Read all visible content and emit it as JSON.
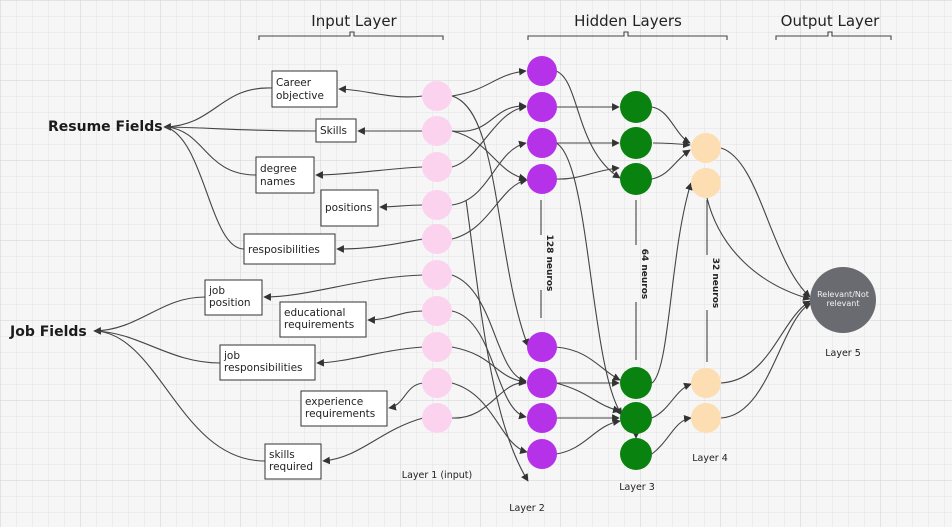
{
  "headers": {
    "input": "Input Layer",
    "hidden": "Hidden Layers",
    "output": "Output Layer"
  },
  "groups": {
    "resume": "Resume Fields",
    "job": "Job Fields"
  },
  "fields": {
    "career_objective": [
      "Career",
      "objective"
    ],
    "skills": [
      "Skills"
    ],
    "degree_names": [
      "degree",
      "names"
    ],
    "positions": [
      "positions"
    ],
    "resposibilities": [
      "resposibilities"
    ],
    "job_position": [
      "job",
      "position"
    ],
    "educational_requirements": [
      "educational",
      "requirements"
    ],
    "job_responsibilities": [
      "job",
      "responsibilities"
    ],
    "experience_requirements": [
      "experience",
      "requirements"
    ],
    "skills_required": [
      "skills",
      "required"
    ]
  },
  "sizes": {
    "layer2": "128 neuros",
    "layer3": "64 neuros",
    "layer4": "32 neuros"
  },
  "output": {
    "label": [
      "Relevant/Not",
      "relevant"
    ]
  },
  "layers": {
    "l1": "Layer 1 (input)",
    "l2": "Layer 2",
    "l3": "Layer 3",
    "l4": "Layer 4",
    "l5": "Layer 5"
  },
  "colors": {
    "input_neuron": "#fbd3ee",
    "hidden1_neuron": "#b532e8",
    "hidden2_neuron": "#0a820f",
    "hidden3_neuron": "#fdddb2",
    "output_node": "#6a6b71"
  },
  "neuron_layers": [
    {
      "name": "input",
      "count": 10,
      "color_key": "input_neuron"
    },
    {
      "name": "hidden1",
      "count": 8,
      "color_key": "hidden1_neuron"
    },
    {
      "name": "hidden2",
      "count": 6,
      "color_key": "hidden2_neuron"
    },
    {
      "name": "hidden3",
      "count": 4,
      "color_key": "hidden3_neuron"
    }
  ]
}
